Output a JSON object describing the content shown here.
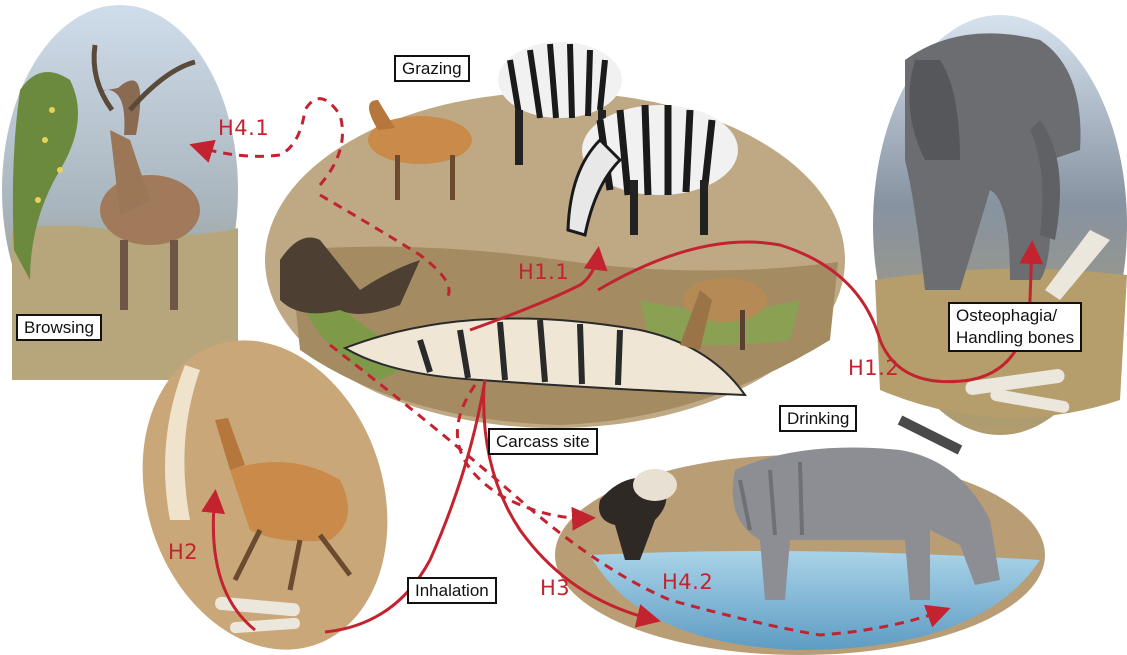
{
  "labels": {
    "grazing": "Grazing",
    "browsing": "Browsing",
    "osteophagia": "Osteophagia/\nHandling bones",
    "carcass_site": "Carcass site",
    "drinking": "Drinking",
    "inhalation": "Inhalation"
  },
  "hypotheses": {
    "h1_1": "H1.1",
    "h1_2": "H1.2",
    "h2": "H2",
    "h3": "H3",
    "h4_1": "H4.1",
    "h4_2": "H4.2"
  },
  "colors": {
    "arrow_red": "#c3232f",
    "label_border": "#111111",
    "label_background": "#ffffff"
  }
}
